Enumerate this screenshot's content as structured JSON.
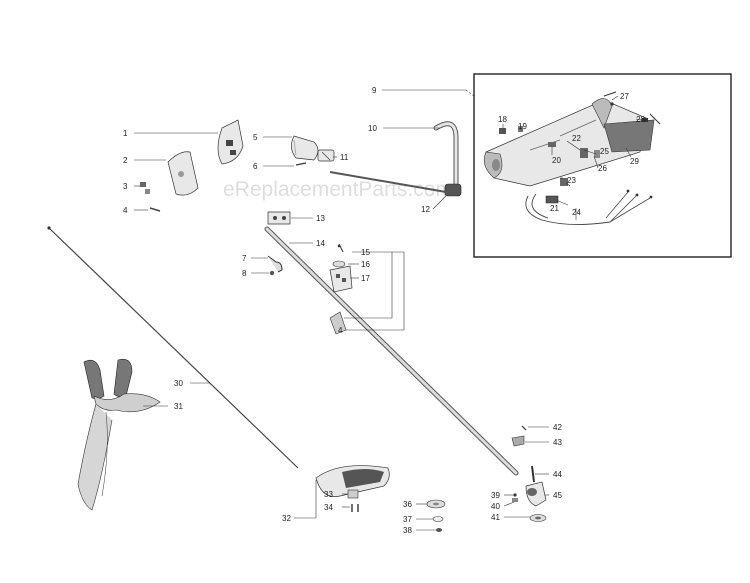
{
  "watermark": "eReplacementParts.com",
  "callouts": [
    "1",
    "2",
    "3",
    "4",
    "5",
    "6",
    "7",
    "8",
    "9",
    "10",
    "11",
    "12",
    "13",
    "14",
    "15",
    "16",
    "17",
    "4",
    "18",
    "19",
    "20",
    "21",
    "22",
    "23",
    "24",
    "25",
    "26",
    "27",
    "28",
    "29",
    "30",
    "31",
    "32",
    "33",
    "34",
    "36",
    "37",
    "38",
    "39",
    "40",
    "41",
    "42",
    "43",
    "44",
    "45"
  ],
  "colors": {
    "line": "#333333",
    "part_fill": "#e8e8e8",
    "part_dark": "#555555",
    "detail_box": "#222222"
  }
}
